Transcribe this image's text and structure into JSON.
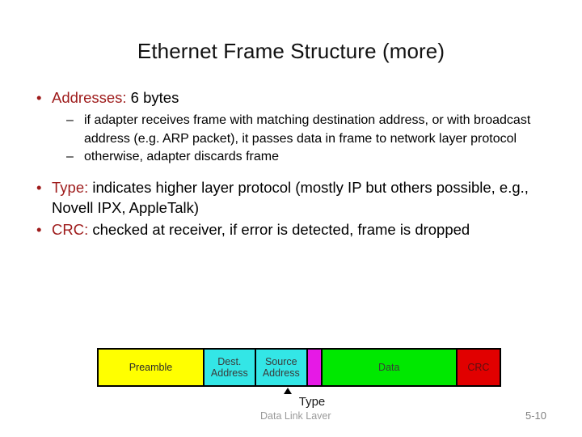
{
  "slide": {
    "title": "Ethernet Frame Structure (more)",
    "bullets": {
      "addresses": {
        "keyword": "Addresses:",
        "text": " 6 bytes"
      },
      "sub1": {
        "dash": "–",
        "text": "if adapter receives frame with matching destination address, or with broadcast address (e.g. ARP packet), it passes data in frame to network layer protocol"
      },
      "sub2": {
        "dash": "–",
        "text": "otherwise, adapter discards frame"
      },
      "type": {
        "keyword": "Type:",
        "text": " indicates higher layer protocol (mostly IP but others possible, e.g., Novell IPX, AppleTalk)"
      },
      "crc": {
        "keyword": "CRC:",
        "text": " checked at receiver, if error is detected, frame is dropped"
      },
      "dot": "•"
    },
    "diagram": {
      "fields": [
        {
          "name": "preamble",
          "label": "Preamble",
          "color": "#FFFF00",
          "width_pct": 35.2,
          "text_color": "#2b2b2b"
        },
        {
          "name": "dest-address",
          "label": "Dest.\nAddress",
          "color": "#33E6E6",
          "width_pct": 17.2,
          "text_color": "#3a3a3a"
        },
        {
          "name": "source-address",
          "label": "Source\nAddress",
          "color": "#33E6E6",
          "width_pct": 17.2,
          "text_color": "#3a3a3a"
        },
        {
          "name": "type",
          "label": "",
          "color": "#E619E6",
          "width_pct": 4.8,
          "text_color": "#3a3a3a"
        },
        {
          "name": "data",
          "label": "Data",
          "color": "#00E800",
          "width_pct": 45.0,
          "text_color": "#3a3a3a"
        },
        {
          "name": "crc",
          "label": "CRC",
          "color": "#E10000",
          "width_pct": 14.0,
          "text_color": "#5a1010"
        }
      ],
      "type_caption": "Type"
    },
    "footer": {
      "left": "Data Link Layer",
      "page_number": "5-10"
    },
    "colors": {
      "keyword_red": "#9E1B1B",
      "body_black": "#000000",
      "footer_grey": "#9a9a9a",
      "page_grey": "#808080"
    }
  }
}
